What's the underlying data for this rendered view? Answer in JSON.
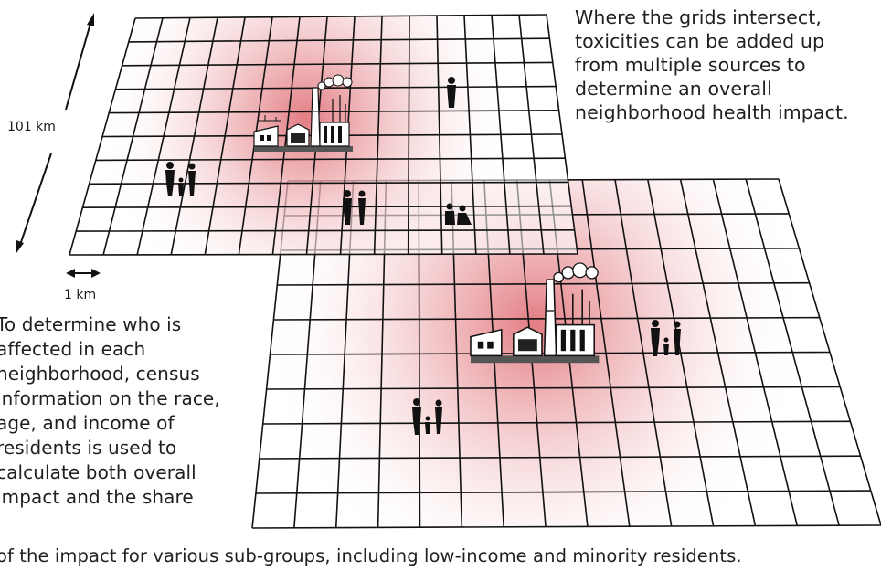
{
  "scale_labels": {
    "distance_large": "101 km",
    "distance_small": "1 km"
  },
  "annotations": {
    "intersection_note": [
      "Where the grids intersect,",
      "toxicities can be added up",
      "from multiple sources to",
      "determine an overall",
      "neighborhood health impact."
    ],
    "census_note": [
      "To determine who is",
      "affected in each",
      "neighborhood, census",
      "information on the race,",
      "age, and income of",
      "residents is used to",
      "calculate both overall",
      "impact and the share",
      "of the impact for various sub-groups, including low-income and minority residents."
    ]
  },
  "colors": {
    "grid_line": "#111111",
    "toxicity_center": "#d9525a",
    "text": "#1f1f1f"
  },
  "icons": [
    "factory-icon",
    "family-icon",
    "person-icon",
    "double-arrow-icon"
  ]
}
